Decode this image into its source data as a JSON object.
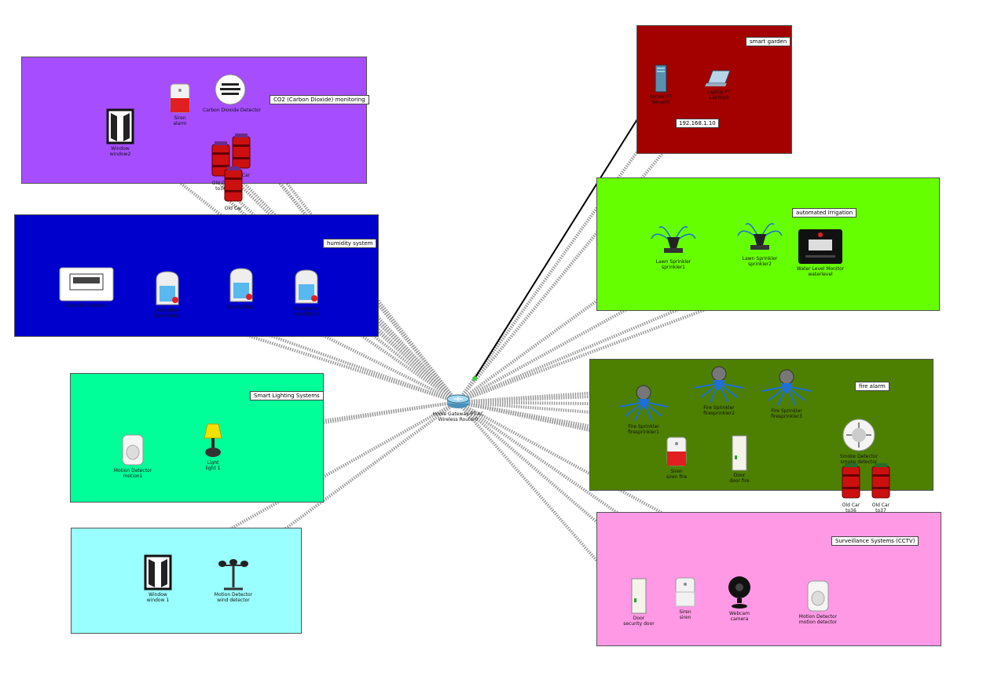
{
  "zones": {
    "co2": {
      "label": "CO2 (Carbon Dioxide) monitoring",
      "color": "#a64dff"
    },
    "garden": {
      "label": "smart garden",
      "color": "#a30000"
    },
    "humidity": {
      "label": "humidity system",
      "color": "#0000cc"
    },
    "irrigation": {
      "label": "automated irrigation",
      "color": "#66ff00"
    },
    "lighting": {
      "label": "Smart Lighting Systems",
      "color": "#00ff99"
    },
    "firealarm": {
      "label": "fire alarm",
      "color": "#4d8000"
    },
    "wind": {
      "label": "",
      "color": "#99ffff"
    },
    "cctv": {
      "label": "Surveillance Systems (CCTV)",
      "color": "#ff99e6"
    }
  },
  "devices": {
    "router": {
      "type": "Home Gateway-PT-AC",
      "name": "Wireless Router0"
    },
    "window2": {
      "type": "Window",
      "name": "window2"
    },
    "siren_alarm": {
      "type": "Siren",
      "name": "alarm"
    },
    "co2_detector": {
      "type": "Carbon Dioxide Detector",
      "name": ""
    },
    "co2_car1": {
      "type": "Old Car",
      "name": "to36"
    },
    "co2_car2": {
      "type": "Old Car",
      "name": ""
    },
    "co2_car3": {
      "type": "Old Car",
      "name": ""
    },
    "server": {
      "type": "Server-PT",
      "name": "Server0"
    },
    "laptop": {
      "type": "Laptop-PT",
      "name": "Laptop0"
    },
    "humidity_monitor": {
      "type": "Humidity Monitor",
      "name": "humidity monitor"
    },
    "humidifier1": {
      "type": "Humidifier",
      "name": "humidifier1"
    },
    "humidifier2": {
      "type": "Humidifier",
      "name": "humidifier2"
    },
    "humidifier3": {
      "type": "Humidifier",
      "name": "humidifier3"
    },
    "sprinkler1": {
      "type": "Lawn Sprinkler",
      "name": "sprinkler1"
    },
    "sprinkler2": {
      "type": "Lawn Sprinkler",
      "name": "sprinkler2"
    },
    "water_monitor": {
      "type": "Water Level Monitor",
      "name": "waterlevel"
    },
    "motion1": {
      "type": "Motion Detector",
      "name": "motion1"
    },
    "light1": {
      "type": "Light",
      "name": "light 1"
    },
    "fire_sprinkler1": {
      "type": "Fire Sprinkler",
      "name": "firesprinkler1"
    },
    "fire_sprinkler2": {
      "type": "Fire Sprinkler",
      "name": "firesprinkler2"
    },
    "fire_sprinkler3": {
      "type": "Fire Sprinkler",
      "name": "firesprinkler3"
    },
    "siren_fire": {
      "type": "Siren",
      "name": "siren fire"
    },
    "door_fire": {
      "type": "Door",
      "name": "door fire"
    },
    "smoke_detector": {
      "type": "Smoke Detector",
      "name": "smoke detector"
    },
    "fire_car1": {
      "type": "Old Car",
      "name": "to36"
    },
    "fire_car2": {
      "type": "Old Car",
      "name": "to37"
    },
    "window1": {
      "type": "Window",
      "name": "window 1"
    },
    "wind_detector": {
      "type": "Motion Detector",
      "name": "wind detector"
    },
    "security_door": {
      "type": "Door",
      "name": "security door"
    },
    "siren_cctv": {
      "type": "Siren",
      "name": "siren"
    },
    "webcam": {
      "type": "Webcam",
      "name": "camera"
    },
    "motion_cctv": {
      "type": "Motion Detector",
      "name": "motion detector"
    }
  },
  "ip_label": "192.168.1.10",
  "colors": {
    "wireless_link": "#9a9a9a",
    "wired_link": "#000000",
    "link_dot": "#44cc44"
  }
}
